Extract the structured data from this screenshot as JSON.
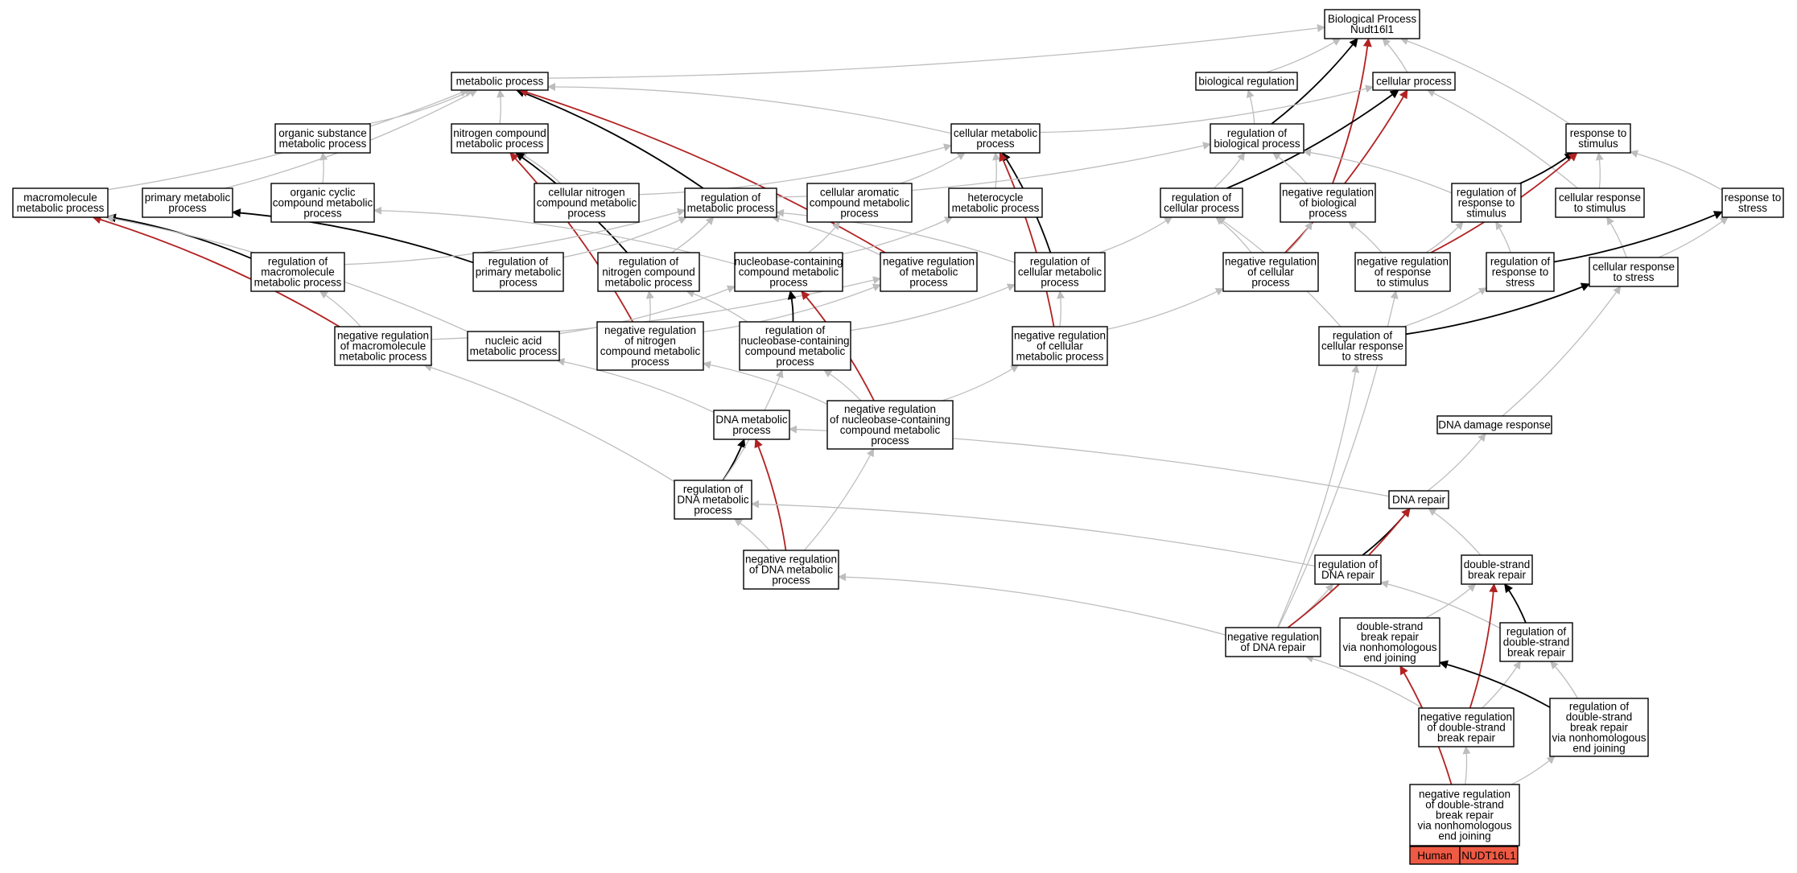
{
  "colors": {
    "grey": "#bdbdbd",
    "black": "#000000",
    "red": "#b22222",
    "highlight": "#ef5a44"
  },
  "nodes": [
    {
      "id": "bp",
      "lines": [
        "Biological Process",
        "Nudt16l1"
      ]
    },
    {
      "id": "mp",
      "lines": [
        "metabolic process"
      ]
    },
    {
      "id": "br",
      "lines": [
        "biological regulation"
      ]
    },
    {
      "id": "cp",
      "lines": [
        "cellular process"
      ]
    },
    {
      "id": "osmp",
      "lines": [
        "organic substance",
        "metabolic process"
      ]
    },
    {
      "id": "ncmp",
      "lines": [
        "nitrogen compound",
        "metabolic process"
      ]
    },
    {
      "id": "cmp",
      "lines": [
        "cellular metabolic",
        "process"
      ]
    },
    {
      "id": "rbp",
      "lines": [
        "regulation of",
        "biological process"
      ]
    },
    {
      "id": "rts",
      "lines": [
        "response to",
        "stimulus"
      ]
    },
    {
      "id": "mmp",
      "lines": [
        "macromolecule",
        "metabolic process"
      ]
    },
    {
      "id": "pmp",
      "lines": [
        "primary metabolic",
        "process"
      ]
    },
    {
      "id": "occmp",
      "lines": [
        "organic cyclic",
        "compound metabolic",
        "process"
      ]
    },
    {
      "id": "cncmp",
      "lines": [
        "cellular nitrogen",
        "compound metabolic",
        "process"
      ]
    },
    {
      "id": "rmp",
      "lines": [
        "regulation of",
        "metabolic process"
      ]
    },
    {
      "id": "cacmp",
      "lines": [
        "cellular aromatic",
        "compound metabolic",
        "process"
      ]
    },
    {
      "id": "hmp",
      "lines": [
        "heterocycle",
        "metabolic process"
      ]
    },
    {
      "id": "rcp",
      "lines": [
        "regulation of",
        "cellular process"
      ]
    },
    {
      "id": "nrbp",
      "lines": [
        "negative regulation",
        "of biological",
        "process"
      ]
    },
    {
      "id": "rrts",
      "lines": [
        "regulation of",
        "response to",
        "stimulus"
      ]
    },
    {
      "id": "crts",
      "lines": [
        "cellular response",
        "to stimulus"
      ]
    },
    {
      "id": "rtstr",
      "lines": [
        "response to",
        "stress"
      ]
    },
    {
      "id": "rmmp",
      "lines": [
        "regulation of",
        "macromolecule",
        "metabolic process"
      ]
    },
    {
      "id": "rpmp",
      "lines": [
        "regulation of",
        "primary metabolic",
        "process"
      ]
    },
    {
      "id": "rncmp",
      "lines": [
        "regulation of",
        "nitrogen compound",
        "metabolic process"
      ]
    },
    {
      "id": "nbcmp",
      "lines": [
        "nucleobase-containing",
        "compound metabolic",
        "process"
      ]
    },
    {
      "id": "nrmp",
      "lines": [
        "negative regulation",
        "of metabolic",
        "process"
      ]
    },
    {
      "id": "rcmp",
      "lines": [
        "regulation of",
        "cellular metabolic",
        "process"
      ]
    },
    {
      "id": "nrcp",
      "lines": [
        "negative regulation",
        "of cellular",
        "process"
      ]
    },
    {
      "id": "nrrts",
      "lines": [
        "negative regulation",
        "of response",
        "to stimulus"
      ]
    },
    {
      "id": "rrtstr",
      "lines": [
        "regulation of",
        "response to",
        "stress"
      ]
    },
    {
      "id": "crtstr",
      "lines": [
        "cellular response",
        "to stress"
      ]
    },
    {
      "id": "nrmmp",
      "lines": [
        "negative regulation",
        "of macromolecule",
        "metabolic process"
      ]
    },
    {
      "id": "namp",
      "lines": [
        "nucleic acid",
        "metabolic process"
      ]
    },
    {
      "id": "nrncmp",
      "lines": [
        "negative regulation",
        "of nitrogen",
        "compound metabolic",
        "process"
      ]
    },
    {
      "id": "rnbcmp",
      "lines": [
        "regulation of",
        "nucleobase-containing",
        "compound metabolic",
        "process"
      ]
    },
    {
      "id": "nrcmp",
      "lines": [
        "negative regulation",
        "of cellular",
        "metabolic process"
      ]
    },
    {
      "id": "rcrtstr",
      "lines": [
        "regulation of",
        "cellular response",
        "to stress"
      ]
    },
    {
      "id": "nrnbcmp",
      "lines": [
        "negative regulation",
        "of nucleobase-containing",
        "compound metabolic",
        "process"
      ]
    },
    {
      "id": "dnamp",
      "lines": [
        "DNA metabolic",
        "process"
      ]
    },
    {
      "id": "ddr",
      "lines": [
        "DNA damage response"
      ]
    },
    {
      "id": "rdnamp",
      "lines": [
        "regulation of",
        "DNA metabolic",
        "process"
      ]
    },
    {
      "id": "dnar",
      "lines": [
        "DNA repair"
      ]
    },
    {
      "id": "nrdnamp",
      "lines": [
        "negative regulation",
        "of DNA metabolic",
        "process"
      ]
    },
    {
      "id": "rdnar",
      "lines": [
        "regulation of",
        "DNA repair"
      ]
    },
    {
      "id": "dsbr",
      "lines": [
        "double-strand",
        "break repair"
      ]
    },
    {
      "id": "dsbrnhej",
      "lines": [
        "double-strand",
        "break repair",
        "via nonhomologous",
        "end joining"
      ]
    },
    {
      "id": "nrdnar",
      "lines": [
        "negative regulation",
        "of DNA repair"
      ]
    },
    {
      "id": "rdsbr",
      "lines": [
        "regulation of",
        "double-strand",
        "break repair"
      ]
    },
    {
      "id": "nrdsbr",
      "lines": [
        "negative regulation",
        "of double-strand",
        "break repair"
      ]
    },
    {
      "id": "rdsbrnhej",
      "lines": [
        "regulation of",
        "double-strand",
        "break repair",
        "via nonhomologous",
        "end joining"
      ]
    },
    {
      "id": "nrdsbrnhej",
      "lines": [
        "negative regulation",
        "of double-strand",
        "break repair",
        "via nonhomologous",
        "end joining"
      ]
    }
  ],
  "badge": {
    "species": "Human",
    "gene": "NUDT16L1"
  },
  "edges": [
    [
      "mp",
      "bp",
      "grey"
    ],
    [
      "br",
      "bp",
      "grey"
    ],
    [
      "cp",
      "bp",
      "grey"
    ],
    [
      "rts",
      "bp",
      "grey"
    ],
    [
      "rbp",
      "bp",
      "black"
    ],
    [
      "nrbp",
      "bp",
      "red"
    ],
    [
      "osmp",
      "mp",
      "grey"
    ],
    [
      "ncmp",
      "mp",
      "grey"
    ],
    [
      "cmp",
      "mp",
      "grey"
    ],
    [
      "mmp",
      "mp",
      "grey"
    ],
    [
      "pmp",
      "mp",
      "grey"
    ],
    [
      "rmp",
      "mp",
      "black"
    ],
    [
      "nrmp",
      "mp",
      "red"
    ],
    [
      "rbp",
      "br",
      "grey"
    ],
    [
      "cmp",
      "cp",
      "grey"
    ],
    [
      "rcp",
      "cp",
      "black"
    ],
    [
      "nrcp",
      "cp",
      "red"
    ],
    [
      "crts",
      "cp",
      "grey"
    ],
    [
      "occmp",
      "osmp",
      "grey"
    ],
    [
      "cncmp",
      "ncmp",
      "grey"
    ],
    [
      "rncmp",
      "ncmp",
      "black"
    ],
    [
      "nrncmp",
      "ncmp",
      "red"
    ],
    [
      "cncmp",
      "cmp",
      "grey"
    ],
    [
      "cacmp",
      "cmp",
      "grey"
    ],
    [
      "hmp",
      "cmp",
      "grey"
    ],
    [
      "rcmp",
      "cmp",
      "black"
    ],
    [
      "nrcmp",
      "cmp",
      "red"
    ],
    [
      "rmp",
      "rbp",
      "grey"
    ],
    [
      "rcp",
      "rbp",
      "grey"
    ],
    [
      "nrbp",
      "rbp",
      "grey"
    ],
    [
      "rrts",
      "rbp",
      "grey"
    ],
    [
      "rrts",
      "rts",
      "black"
    ],
    [
      "crts",
      "rts",
      "grey"
    ],
    [
      "rtstr",
      "rts",
      "grey"
    ],
    [
      "nrrts",
      "rts",
      "red"
    ],
    [
      "rmmp",
      "mmp",
      "black"
    ],
    [
      "nrmmp",
      "mmp",
      "red"
    ],
    [
      "rpmp",
      "pmp",
      "black"
    ],
    [
      "nbcmp",
      "occmp",
      "grey"
    ],
    [
      "nbcmp",
      "cacmp",
      "grey"
    ],
    [
      "nbcmp",
      "hmp",
      "grey"
    ],
    [
      "rmmp",
      "rmp",
      "grey"
    ],
    [
      "rpmp",
      "rmp",
      "grey"
    ],
    [
      "rncmp",
      "rmp",
      "grey"
    ],
    [
      "rcmp",
      "rmp",
      "grey"
    ],
    [
      "nrmp",
      "rmp",
      "grey"
    ],
    [
      "rcmp",
      "rcp",
      "grey"
    ],
    [
      "nrcp",
      "rcp",
      "grey"
    ],
    [
      "nrcp",
      "nrbp",
      "grey"
    ],
    [
      "nrrts",
      "nrbp",
      "grey"
    ],
    [
      "nrrts",
      "rrts",
      "grey"
    ],
    [
      "rrtstr",
      "rrts",
      "grey"
    ],
    [
      "crtstr",
      "crts",
      "grey"
    ],
    [
      "crtstr",
      "rtstr",
      "grey"
    ],
    [
      "rrtstr",
      "rtstr",
      "black"
    ],
    [
      "nrmmp",
      "rmmp",
      "grey"
    ],
    [
      "nrmmp",
      "nrmp",
      "grey"
    ],
    [
      "namp",
      "mmp",
      "grey"
    ],
    [
      "namp",
      "nbcmp",
      "grey"
    ],
    [
      "nrncmp",
      "rncmp",
      "grey"
    ],
    [
      "nrncmp",
      "nrmp",
      "grey"
    ],
    [
      "rnbcmp",
      "nbcmp",
      "black"
    ],
    [
      "rnbcmp",
      "rncmp",
      "grey"
    ],
    [
      "nrcmp",
      "rcmp",
      "grey"
    ],
    [
      "nrcmp",
      "nrcp",
      "grey"
    ],
    [
      "rnbcmp",
      "rcmp",
      "grey"
    ],
    [
      "rcrtstr",
      "rrtstr",
      "grey"
    ],
    [
      "rcrtstr",
      "crtstr",
      "black"
    ],
    [
      "rcrtstr",
      "rcp",
      "grey"
    ],
    [
      "nrnbcmp",
      "rnbcmp",
      "grey"
    ],
    [
      "nrnbcmp",
      "nrncmp",
      "grey"
    ],
    [
      "nrnbcmp",
      "nrcmp",
      "grey"
    ],
    [
      "nrnbcmp",
      "nbcmp",
      "red"
    ],
    [
      "dnamp",
      "namp",
      "grey"
    ],
    [
      "rdnamp",
      "dnamp",
      "black"
    ],
    [
      "rdnamp",
      "rnbcmp",
      "grey"
    ],
    [
      "rdnamp",
      "nrmmp",
      "grey"
    ],
    [
      "ddr",
      "crtstr",
      "grey"
    ],
    [
      "dnar",
      "ddr",
      "grey"
    ],
    [
      "dnar",
      "dnamp",
      "grey"
    ],
    [
      "nrdnamp",
      "rdnamp",
      "grey"
    ],
    [
      "nrdnamp",
      "nrnbcmp",
      "grey"
    ],
    [
      "nrdnamp",
      "dnamp",
      "red"
    ],
    [
      "rdnar",
      "dnar",
      "black"
    ],
    [
      "rdnar",
      "rdnamp",
      "grey"
    ],
    [
      "dsbr",
      "dnar",
      "grey"
    ],
    [
      "dsbrnhej",
      "dsbr",
      "grey"
    ],
    [
      "nrdnar",
      "rdnar",
      "grey"
    ],
    [
      "nrdnar",
      "dnar",
      "red"
    ],
    [
      "nrdnar",
      "nrdnamp",
      "grey"
    ],
    [
      "nrdnar",
      "nrrts",
      "grey"
    ],
    [
      "nrdnar",
      "rcrtstr",
      "grey"
    ],
    [
      "rdsbr",
      "dsbr",
      "black"
    ],
    [
      "rdsbr",
      "rdnar",
      "grey"
    ],
    [
      "nrdsbr",
      "rdsbr",
      "grey"
    ],
    [
      "nrdsbr",
      "dsbr",
      "red"
    ],
    [
      "nrdsbr",
      "nrdnar",
      "grey"
    ],
    [
      "rdsbrnhej",
      "dsbrnhej",
      "black"
    ],
    [
      "rdsbrnhej",
      "rdsbr",
      "grey"
    ],
    [
      "nrdsbrnhej",
      "nrdsbr",
      "grey"
    ],
    [
      "nrdsbrnhej",
      "rdsbrnhej",
      "grey"
    ],
    [
      "nrdsbrnhej",
      "dsbrnhej",
      "red"
    ]
  ]
}
